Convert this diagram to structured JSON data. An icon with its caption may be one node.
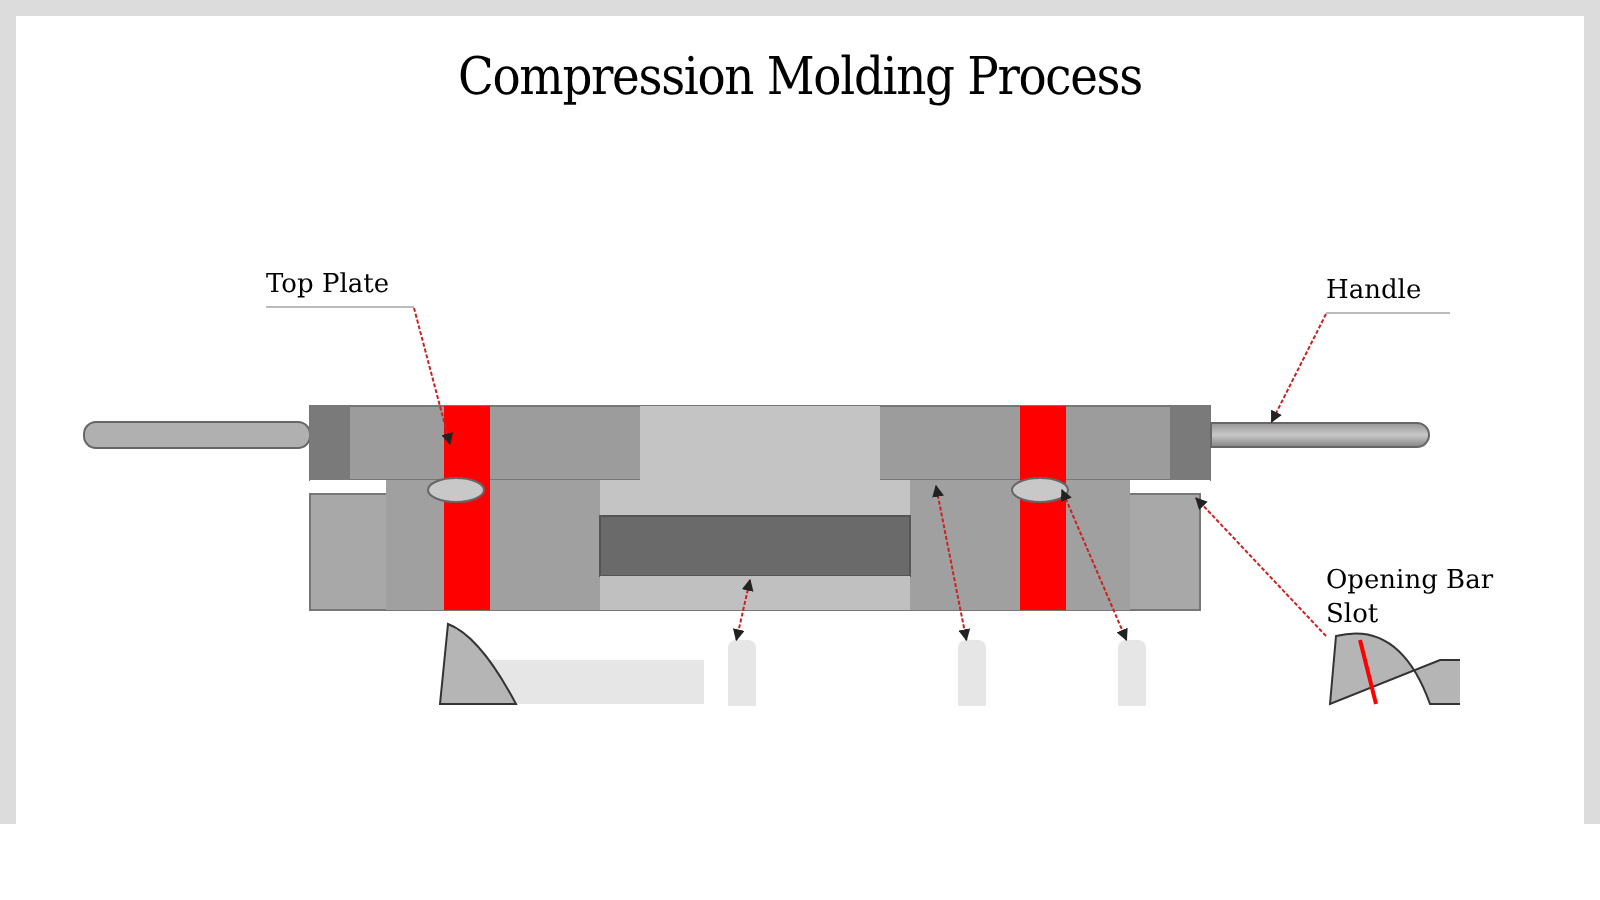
{
  "diagram": {
    "title": "Compression Molding Process",
    "nodes": [
      {
        "text": [
          "Top Plate"
        ]
      },
      {
        "text": [
          "Handle"
        ]
      },
      {
        "text": [
          "Opening Bar Slot"
        ]
      },
      {
        "text": [],
        "shape": "bar"
      },
      {
        "text": [],
        "shape": "box"
      },
      {
        "text": [],
        "shape": "box"
      },
      {
        "text": [],
        "shape": "box"
      }
    ],
    "edges": [
      {
        "from": 0,
        "to": null,
        "arrow": "to"
      },
      {
        "from": 1,
        "to": 3,
        "arrow": "to"
      },
      {
        "from": 2,
        "to": null,
        "arrow": "to"
      },
      {
        "from": 4,
        "to": null,
        "arrow": "both"
      },
      {
        "from": 5,
        "to": null,
        "arrow": "both"
      },
      {
        "from": 6,
        "to": null,
        "arrow": "both"
      }
    ]
  }
}
